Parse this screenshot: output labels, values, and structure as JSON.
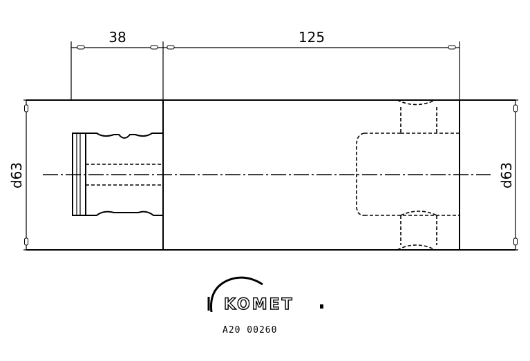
{
  "dimensions": {
    "left_length": "38",
    "right_length": "125",
    "left_diameter": "d63",
    "right_diameter": "d63"
  },
  "logo": {
    "brand": "KOMET",
    "code": "A20 00260"
  }
}
